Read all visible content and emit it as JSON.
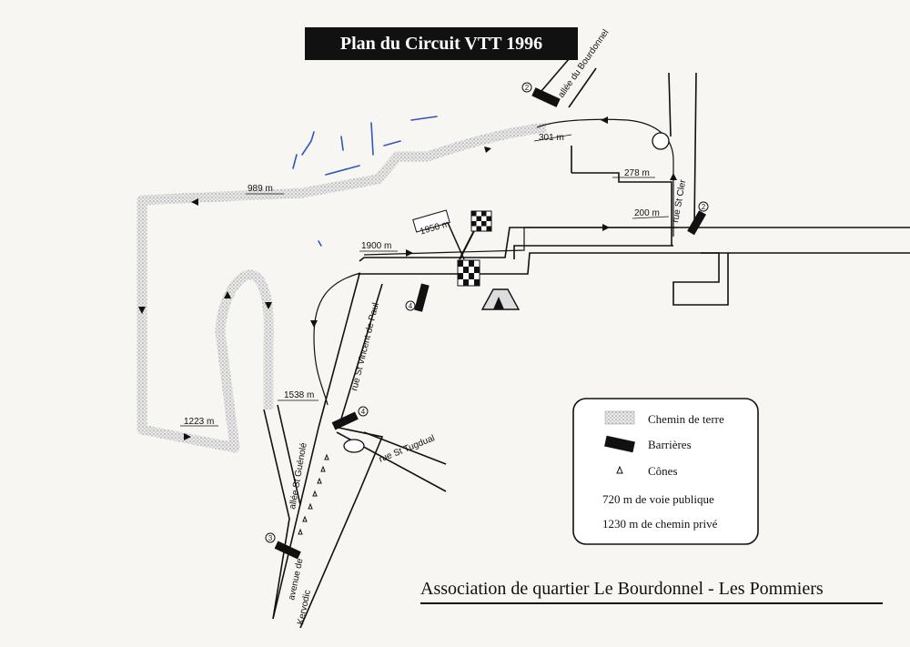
{
  "title": "Plan du Circuit VTT 1996",
  "streets": {
    "bourdonnel": "allée du Bourdonnel",
    "st_cler": "rue St Cler",
    "vincent_de_paul": "rue St Vincent de Paul",
    "tugdual": "rue St Tugdual",
    "guenole": "allée St Guénolé",
    "kervodic_1": "avenue de",
    "kervodic_2": "Kervodic"
  },
  "distances": {
    "d301": "301 m",
    "d278": "278 m",
    "d200": "200 m",
    "d989": "989 m",
    "d1900": "1900 m",
    "d1950": "1950 m",
    "d1538": "1538 m",
    "d1223": "1223 m"
  },
  "barrier_numbers": {
    "b1": "2",
    "b2": "2",
    "b3": "3",
    "b4": "4",
    "b5": "4"
  },
  "legend": {
    "dirt": "Chemin de terre",
    "barriers": "Barrières",
    "cones": "Cônes",
    "public": "720 m de voie publique",
    "private": "1230 m de chemin privé"
  },
  "footer": "Association de quartier Le Bourdonnel - Les Pommiers"
}
